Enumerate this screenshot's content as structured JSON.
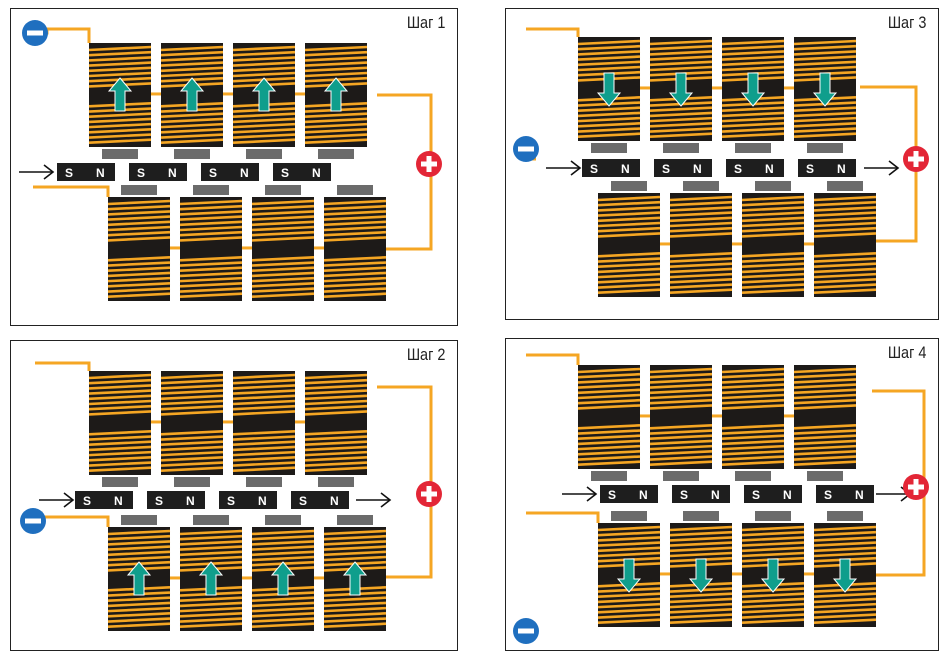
{
  "colors": {
    "wire": "#f5a623",
    "coil_dark": "#1d1a18",
    "coil_orange": "#f5a623",
    "pole": "#6b6b6b",
    "arrow": "#0f9e8c",
    "plus": "#e32636",
    "minus": "#1f6fbf",
    "magnet": "#1e1e1e"
  },
  "magnet": {
    "south": "S",
    "north": "N"
  },
  "panels": [
    {
      "title": "Шаг 1",
      "active": "top",
      "arrow_dir": "up"
    },
    {
      "title": "Шаг 2",
      "active": "bottom",
      "arrow_dir": "up"
    },
    {
      "title": "Шаг 3",
      "active": "top",
      "arrow_dir": "down"
    },
    {
      "title": "Шаг 4",
      "active": "bottom",
      "arrow_dir": "down"
    }
  ]
}
